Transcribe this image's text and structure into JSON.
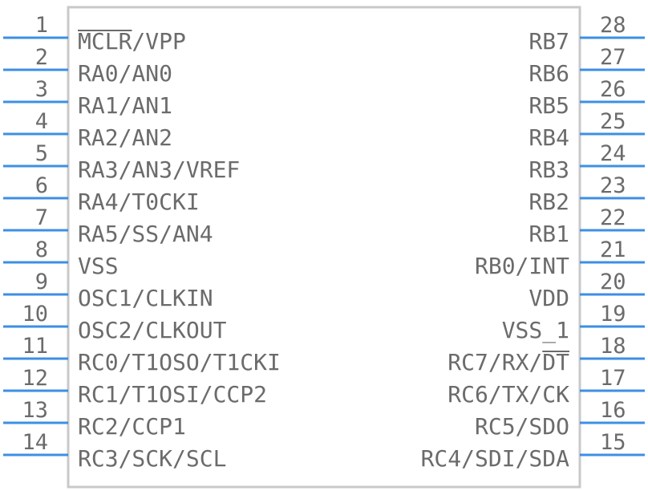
{
  "colors": {
    "pin": "#3d8fe3",
    "body_border": "#c9c9c9",
    "text": "#6b6b6b",
    "background": "#ffffff"
  },
  "left_pins": [
    {
      "number": "1",
      "label": "MCLR/VPP",
      "overbar_chars": [
        0,
        4
      ]
    },
    {
      "number": "2",
      "label": "RA0/AN0"
    },
    {
      "number": "3",
      "label": "RA1/AN1"
    },
    {
      "number": "4",
      "label": "RA2/AN2"
    },
    {
      "number": "5",
      "label": "RA3/AN3/VREF"
    },
    {
      "number": "6",
      "label": "RA4/T0CKI"
    },
    {
      "number": "7",
      "label": "RA5/SS/AN4"
    },
    {
      "number": "8",
      "label": "VSS"
    },
    {
      "number": "9",
      "label": "OSC1/CLKIN"
    },
    {
      "number": "10",
      "label": "OSC2/CLKOUT"
    },
    {
      "number": "11",
      "label": "RC0/T1OSO/T1CKI"
    },
    {
      "number": "12",
      "label": "RC1/T1OSI/CCP2"
    },
    {
      "number": "13",
      "label": "RC2/CCP1"
    },
    {
      "number": "14",
      "label": "RC3/SCK/SCL"
    }
  ],
  "right_pins": [
    {
      "number": "28",
      "label": "RB7"
    },
    {
      "number": "27",
      "label": "RB6"
    },
    {
      "number": "26",
      "label": "RB5"
    },
    {
      "number": "25",
      "label": "RB4"
    },
    {
      "number": "24",
      "label": "RB3"
    },
    {
      "number": "23",
      "label": "RB2"
    },
    {
      "number": "22",
      "label": "RB1"
    },
    {
      "number": "21",
      "label": "RB0/INT"
    },
    {
      "number": "20",
      "label": "VDD"
    },
    {
      "number": "19",
      "label": "VSS_1"
    },
    {
      "number": "18",
      "label": "RC7/RX/DT",
      "overbar_chars": [
        7,
        9
      ]
    },
    {
      "number": "17",
      "label": "RC6/TX/CK"
    },
    {
      "number": "16",
      "label": "RC5/SDO"
    },
    {
      "number": "15",
      "label": "RC4/SDI/SDA"
    }
  ]
}
